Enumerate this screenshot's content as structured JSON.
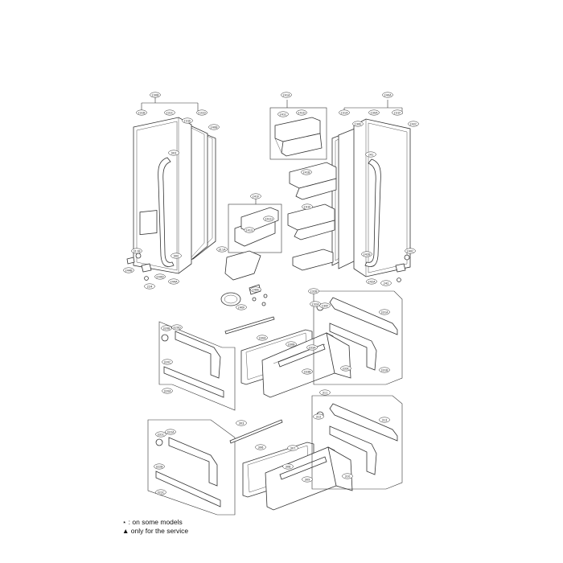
{
  "legend": {
    "on_some_models": "⋆ : on some models",
    "only_for_service": "▲ only for the service"
  },
  "labels": [
    "230B",
    "231B",
    "231C",
    "231D",
    "231E",
    "240B",
    "903",
    "900",
    "244A",
    "240D",
    "241A",
    "241C",
    "241D",
    "241B",
    "241E",
    "241F",
    "241G",
    "241H",
    "311A",
    "311B",
    "240A",
    "231A",
    "230A",
    "231F",
    "230E",
    "242C",
    "241",
    "242B",
    "242A",
    "242",
    "244B",
    "240C",
    "224",
    "232A",
    "232B",
    "230F",
    "240F",
    "240E",
    "320B",
    "320D",
    "320C",
    "320A",
    "330A",
    "330B",
    "333A",
    "333B",
    "333C",
    "331A",
    "331B",
    "331C",
    "322A",
    "322B",
    "322C",
    "303",
    "306",
    "307",
    "308",
    "309",
    "310",
    "311",
    "312",
    "313"
  ]
}
